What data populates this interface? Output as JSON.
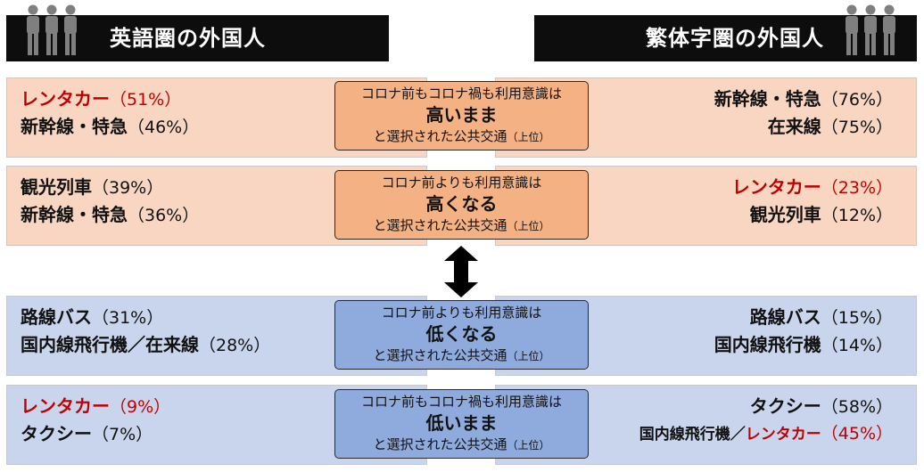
{
  "headers": {
    "left": "英語圏の外国人",
    "right": "繁体字圏の外国人"
  },
  "icons": {
    "left": "people-group-icon",
    "right": "people-group-icon"
  },
  "colors": {
    "header_bg": "#0d0d0d",
    "panel_orange": "#f8d6c2",
    "center_orange": "#f4b183",
    "panel_blue": "#c9d5ec",
    "center_blue": "#8faadc",
    "highlight_red": "#c00000"
  },
  "rows": [
    {
      "center": {
        "top": "コロナ前もコロナ禍も利用意識は",
        "main": "高いまま",
        "bottom": "と選択された公共交通",
        "bottom_note": "（上位）"
      },
      "left": [
        {
          "name": "レンタカー",
          "pct": "（51%）"
        },
        {
          "name": "新幹線・特急",
          "pct": "（46%）"
        }
      ],
      "right": [
        {
          "name": "新幹線・特急",
          "pct": "（76%）"
        },
        {
          "name": "在来線",
          "pct": "（75%）"
        }
      ]
    },
    {
      "center": {
        "top": "コロナ前よりも利用意識は",
        "main": "高くなる",
        "bottom": "と選択された公共交通",
        "bottom_note": "（上位）"
      },
      "left": [
        {
          "name": "観光列車",
          "pct": "（39%）"
        },
        {
          "name": "新幹線・特急",
          "pct": "（36%）"
        }
      ],
      "right": [
        {
          "name": "レンタカー",
          "pct": "（23%）"
        },
        {
          "name": "観光列車",
          "pct": "（12%）"
        }
      ]
    },
    {
      "center": {
        "top": "コロナ前よりも利用意識は",
        "main": "低くなる",
        "bottom": "と選択された公共交通",
        "bottom_note": "（上位）"
      },
      "left": [
        {
          "name": "路線バス",
          "pct": "（31%）"
        },
        {
          "name": "国内線飛行機／在来線",
          "pct": "（28%）"
        }
      ],
      "right": [
        {
          "name": "路線バス",
          "pct": "（15%）"
        },
        {
          "name": "国内線飛行機",
          "pct": "（14%）"
        }
      ]
    },
    {
      "center": {
        "top": "コロナ前もコロナ禍も利用意識は",
        "main": "低いまま",
        "bottom": "と選択された公共交通",
        "bottom_note": "（上位）"
      },
      "left": [
        {
          "name": "レンタカー",
          "pct": "（9%）"
        },
        {
          "name": "タクシー",
          "pct": "（7%）"
        }
      ],
      "right": [
        {
          "name": "タクシー",
          "pct": "（58%）"
        },
        {
          "name_a": "国内線飛行機／",
          "name_b": "レンタカー",
          "pct": "（45%）"
        }
      ]
    }
  ]
}
